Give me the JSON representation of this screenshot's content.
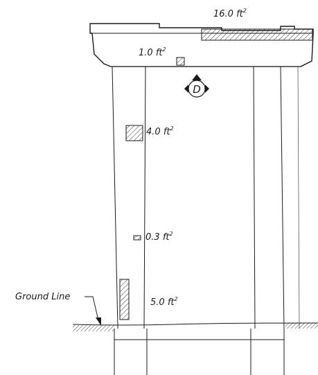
{
  "areas": [
    {
      "id": "cap",
      "value": "16.0",
      "unit": "ft",
      "exp": "2"
    },
    {
      "id": "top",
      "value": "1.0",
      "unit": "ft",
      "exp": "2"
    },
    {
      "id": "upper",
      "value": "4.0",
      "unit": "ft",
      "exp": "2"
    },
    {
      "id": "mid",
      "value": "0.3",
      "unit": "ft",
      "exp": "2"
    },
    {
      "id": "low",
      "value": "5.0",
      "unit": "ft",
      "exp": "2"
    }
  ],
  "section_marker": "D",
  "ground_line_label": "Ground Line"
}
